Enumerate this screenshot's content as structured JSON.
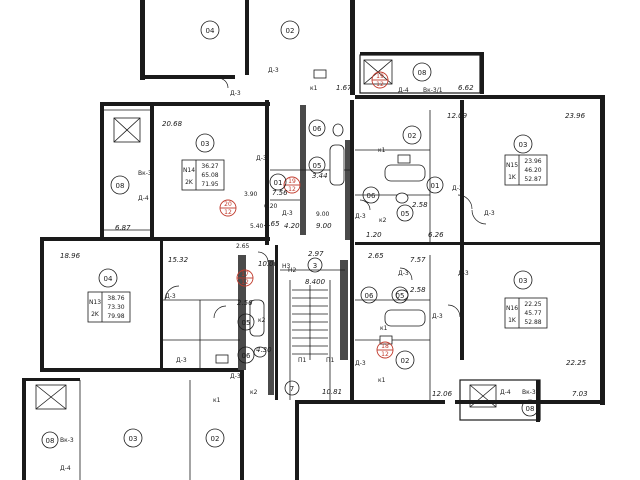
{
  "rooms": [
    {
      "id": "r04-top",
      "label": "04"
    },
    {
      "id": "r02-top",
      "label": "02"
    },
    {
      "id": "r08-top",
      "label": "08"
    },
    {
      "id": "r03-left",
      "label": "03"
    },
    {
      "id": "r08-left",
      "label": "08"
    },
    {
      "id": "r06-mid",
      "label": "06"
    },
    {
      "id": "r05-mid",
      "label": "05"
    },
    {
      "id": "r01-mid",
      "label": "01"
    },
    {
      "id": "r02-rightmid",
      "label": "02"
    },
    {
      "id": "r06-rightmid",
      "label": "06"
    },
    {
      "id": "r05-rightmid",
      "label": "05"
    },
    {
      "id": "r01-rightmid",
      "label": "01"
    },
    {
      "id": "r03-right",
      "label": "03"
    },
    {
      "id": "r04-left",
      "label": "04"
    },
    {
      "id": "r05-lower",
      "label": "05"
    },
    {
      "id": "r06-lower",
      "label": "06"
    },
    {
      "id": "r03-lowright",
      "label": "03"
    },
    {
      "id": "r06-lowright",
      "label": "06"
    },
    {
      "id": "r05-lowright",
      "label": "05"
    },
    {
      "id": "r02-lowright",
      "label": "02"
    },
    {
      "id": "r08-lowright",
      "label": "08"
    },
    {
      "id": "r03-bottom",
      "label": "03"
    },
    {
      "id": "r02-bottom",
      "label": "02"
    },
    {
      "id": "r08-bottom",
      "label": "08"
    },
    {
      "id": "r3-stair",
      "label": "3"
    },
    {
      "id": "r7-stair",
      "label": "7"
    }
  ],
  "apartments": [
    {
      "name": "N14",
      "type": "2K",
      "areas": [
        "36.27",
        "65.08",
        "71.95"
      ]
    },
    {
      "name": "N15",
      "type": "1K",
      "areas": [
        "23.96",
        "46.20",
        "52.87"
      ]
    },
    {
      "name": "N13",
      "type": "2K",
      "areas": [
        "38.76",
        "73.30",
        "79.98"
      ]
    },
    {
      "name": "N16",
      "type": "1K",
      "areas": [
        "22.25",
        "45.77",
        "52.88"
      ]
    }
  ],
  "area_labels": {
    "a1_67": "1.67",
    "a6_62": "6.62",
    "a20_68": "20.68",
    "a12_09": "12.09",
    "a23_96": "23.96",
    "a6_87": "6.87",
    "a7_56": "7.56",
    "a3_44": "3.44",
    "a4_20": "4.20",
    "a2_58a": "2.58",
    "a6_26": "6.26",
    "a2_65": "2.65",
    "a9_00": "9.00",
    "a1_20": "1.20",
    "a18_96": "18.96",
    "a15_32": "15.32",
    "a10_00": "10.00",
    "a2_97": "2.97",
    "a8_400": "8.400",
    "a2_65b": "2.65",
    "a7_57": "7.57",
    "a2_58b": "2.58",
    "a2_56": "2.56",
    "a4_30": "4.30",
    "a10_81": "10.81",
    "a12_06": "12.06",
    "a7_03": "7.03",
    "a22_25": "22.25",
    "a6_20": "6.20",
    "a2_65c": "2.65",
    "a5_40": "5.40",
    "a9_00b": "9.00",
    "a3_90": "3.90"
  },
  "tags": {
    "d3": "Д-3",
    "d4": "Д-4",
    "vk3": "Вк-3",
    "vk3_1": "Вк-3/1",
    "k1": "к1",
    "k2": "к2",
    "n1": "Н1",
    "n2": "Н2",
    "n3": "Н3",
    "p1": "П1",
    "p1b": "П1",
    "n1b": "П1"
  },
  "markers": [
    {
      "top": "19",
      "bottom": "12"
    },
    {
      "top": "19",
      "bottom": "12"
    },
    {
      "top": "20",
      "bottom": "12"
    },
    {
      "top": "17",
      "bottom": "12"
    },
    {
      "top": "18",
      "bottom": "12"
    }
  ]
}
